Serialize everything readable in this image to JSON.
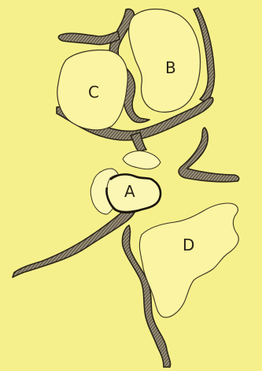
{
  "labels": {
    "a": "A",
    "b": "B",
    "c": "C",
    "d": "D"
  },
  "colors": {
    "background": "#f6f08c",
    "ink": "#2a2418",
    "hatch": "#5a5040"
  }
}
